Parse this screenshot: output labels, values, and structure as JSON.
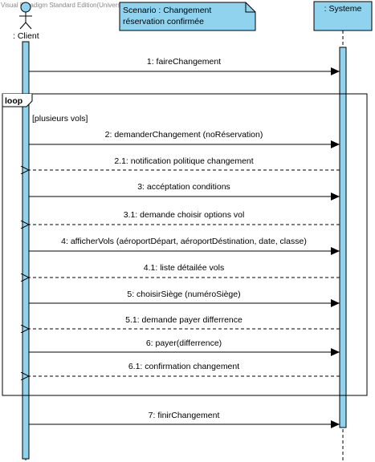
{
  "watermark": "Visual Paradigm Standard Edition(University of Ottawa)",
  "colors": {
    "lifeline_fill": "#8fd3ee",
    "activation_fill": "#8fd3ee",
    "note_fill": "#8fd3ee",
    "line": "#000000"
  },
  "note": {
    "line1": "Scenario : Changement",
    "line2": "réservation confirmée"
  },
  "participants": {
    "client": {
      "label": ": Client",
      "kind": "actor"
    },
    "system": {
      "label": ": Systeme",
      "kind": "lifeline"
    }
  },
  "fragment": {
    "operator": "loop",
    "guard": "[plusieurs vols]"
  },
  "messages": [
    {
      "label": "1: faireChangement",
      "direction": "client-to-system",
      "style": "sync"
    },
    {
      "label": "2: demanderChangement (noRéservation)",
      "direction": "client-to-system",
      "style": "sync"
    },
    {
      "label": "2.1: notification politique changement",
      "direction": "system-to-client",
      "style": "return"
    },
    {
      "label": "3: accéptation conditions",
      "direction": "client-to-system",
      "style": "sync"
    },
    {
      "label": "3.1: demande choisir options vol",
      "direction": "system-to-client",
      "style": "return"
    },
    {
      "label": "4: afficherVols (aéroportDépart, aéroportDéstination, date, classe)",
      "direction": "client-to-system",
      "style": "sync"
    },
    {
      "label": "4.1: liste détailée vols",
      "direction": "system-to-client",
      "style": "return"
    },
    {
      "label": "5: choisirSiège (numéroSiège)",
      "direction": "client-to-system",
      "style": "sync"
    },
    {
      "label": "5.1: demande payer differrence",
      "direction": "system-to-client",
      "style": "return"
    },
    {
      "label": "6: payer(differrence)",
      "direction": "client-to-system",
      "style": "sync"
    },
    {
      "label": "6.1: confirmation changement",
      "direction": "system-to-client",
      "style": "return"
    },
    {
      "label": "7: finirChangement",
      "direction": "client-to-system",
      "style": "sync"
    }
  ]
}
